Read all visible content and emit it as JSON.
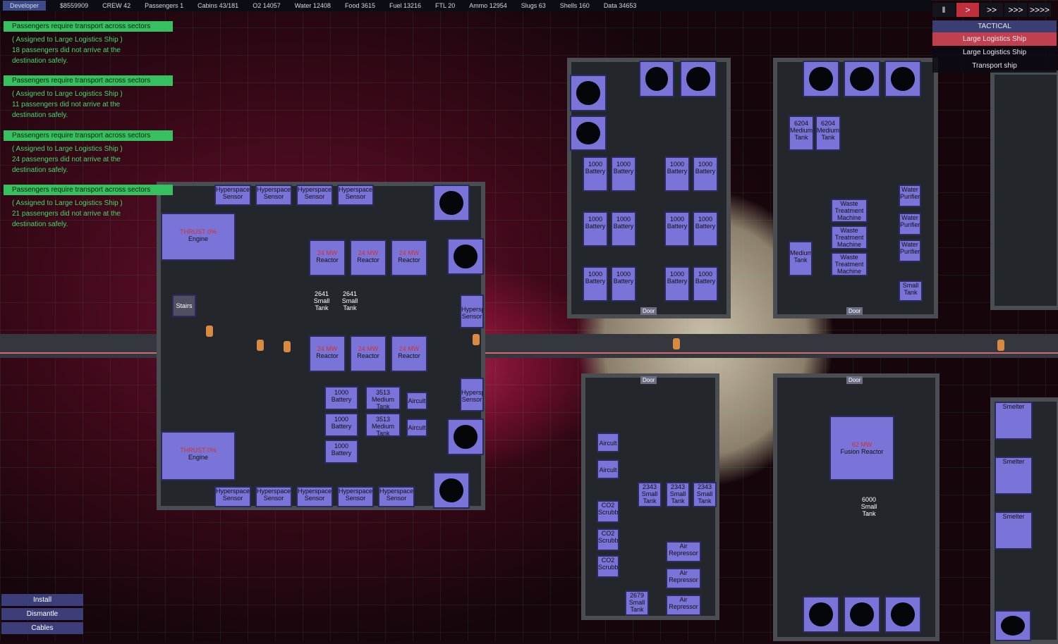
{
  "topbar": {
    "mode": "Developer",
    "money": "$8559909",
    "crew": "CREW  42",
    "passengers": "Passengers  1",
    "cabins": "Cabins  43/181",
    "o2": "O2  14057",
    "water": "Water  12408",
    "food": "Food  3615",
    "fuel": "Fuel  13216",
    "ftl": "FTL  20",
    "ammo": "Ammo  12954",
    "slugs": "Slugs  63",
    "shells": "Shells  160",
    "data": "Data  34653"
  },
  "speed": {
    "pause": "‖",
    "play": ">",
    "fast": ">>",
    "faster": ">>>",
    "fastest": ">>>>"
  },
  "tactical": {
    "title": "TACTICAL",
    "ships": [
      "Large Logistics Ship",
      "Large Logistics Ship",
      "Transport ship"
    ]
  },
  "notifications": [
    {
      "head": "Passengers require transport across sectors",
      "line1": "( Assigned to Large Logistics Ship )",
      "line2": "18 passengers did not arrive at the",
      "line3": "destination safely."
    },
    {
      "head": "Passengers require transport across sectors",
      "line1": "( Assigned to Large Logistics Ship )",
      "line2": "11 passengers did not arrive at the",
      "line3": "destination safely."
    },
    {
      "head": "Passengers require transport across sectors",
      "line1": "( Assigned to Large Logistics Ship )",
      "line2": "24 passengers did not arrive at the",
      "line3": "destination safely."
    },
    {
      "head": "Passengers require transport across sectors",
      "line1": "( Assigned to Large Logistics Ship )",
      "line2": "21 passengers did not arrive at the",
      "line3": "destination safely."
    }
  ],
  "rooms": {
    "hyperspace": "Hyperspace Sensor",
    "engine_thrust": "THRUST 0%",
    "engine": "Engine",
    "reactor_mw": "24 MW",
    "reactor": "Reactor",
    "stairs": "Stairs",
    "small_tank_val": "2641",
    "small_tank": "Small Tank",
    "battery_val": "1000",
    "battery": "Battery",
    "medium_tank_val": "3513",
    "medium_tank": "Medium Tank",
    "aircult": "Aircult",
    "water_tank_val": "6204",
    "waste": "Waste Treatment Machine",
    "purifier": "Water Purifier",
    "door": "Door",
    "fusion_mw": "62 MW",
    "fusion": "Fusion Reactor",
    "oxygen_tank_val": "2343",
    "air_rep": "Air Repressor",
    "co2": "CO2 Scrubber",
    "smelter": "Smelter",
    "deut_tank_val": "6000",
    "co2_tank_val": "2679"
  },
  "buttons": {
    "install": "Install",
    "dismantle": "Dismantle",
    "cables": "Cables"
  },
  "colors": {
    "accent": "#c04050",
    "notif": "#36c060",
    "room": "#7a74d8"
  }
}
